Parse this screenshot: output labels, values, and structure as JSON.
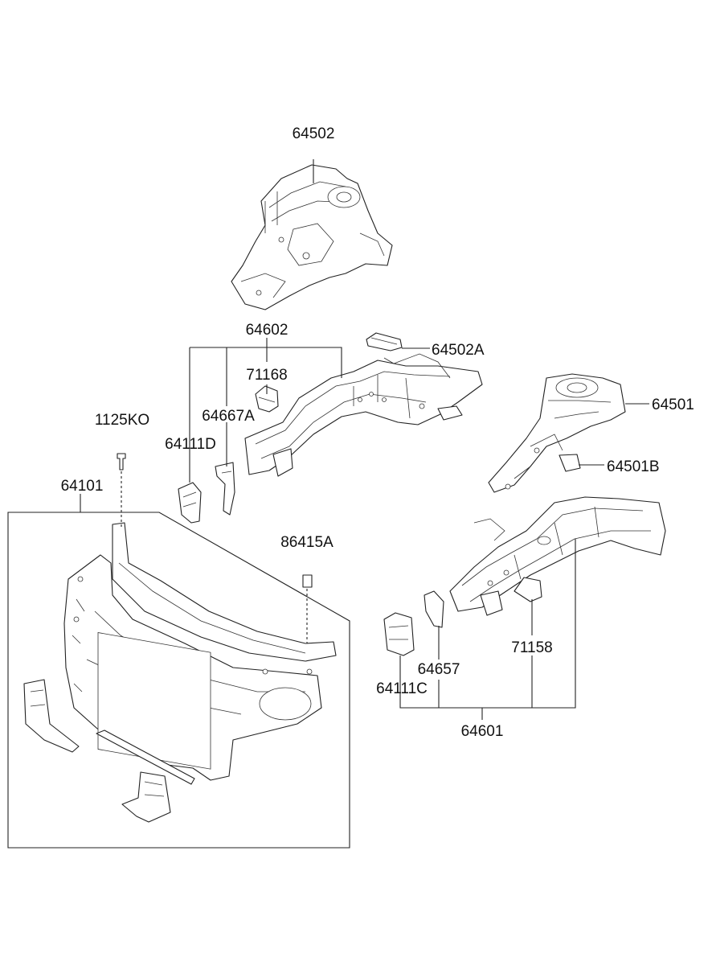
{
  "callouts": {
    "c64502": "64502",
    "c64602": "64602",
    "c64502A": "64502A",
    "c71168": "71168",
    "c64667A": "64667A",
    "c64501": "64501",
    "c1125KO": "1125KO",
    "c64111D": "64111D",
    "c64501B": "64501B",
    "c64101": "64101",
    "c86415A": "86415A",
    "c71158": "71158",
    "c64657": "64657",
    "c64111C": "64111C",
    "c64601": "64601"
  }
}
